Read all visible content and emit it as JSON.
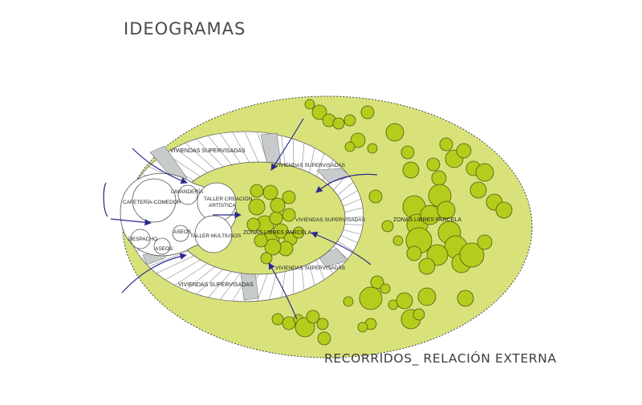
{
  "title": "IDEOGRAMAS",
  "subtitle": "RECORRIDOS_ RELACIÓN EXTERNA",
  "colors": {
    "outer_fill": "#d9e27a",
    "tree": "#b6cc1c",
    "ring_white": "#ffffff",
    "ring_grey": "#c8cbcb",
    "arrow": "#2a2a8c",
    "line": "#333333"
  },
  "labels": {
    "viviendas_top": "VIVIENDAS SUPERVISADAS",
    "viviendas_top_inner": "VIVIENDAS SUPERVISADAS",
    "viviendas_right_inner": "VIVIENDAS SUPERVISADAS",
    "viviendas_bottom_inner": "VIVIENDAS SUPERVISADAS",
    "viviendas_bottom": "VIVIENDAS SUPERVISADAS",
    "zonas_inner": "ZONAS LIBRES PARCELA",
    "zonas_outer": "ZONAS LIBRES PARCELA",
    "cafeteria": "CAFETERÍA-COMEDOR",
    "lavanderia": "LAVANDERÍA",
    "taller_creacion_1": "TALLER CREACIÓN",
    "taller_creacion_2": "ARTÍSTICA",
    "aseos_1": "ASEOS",
    "aseos_2": "ASEOS",
    "taller_multiusos": "TALLER MULTIUSOS",
    "despacho": "DESPACHO"
  }
}
